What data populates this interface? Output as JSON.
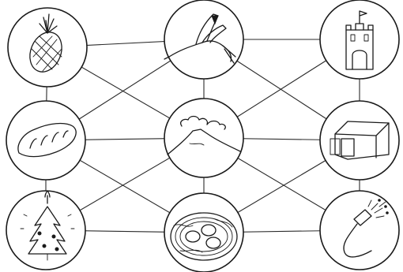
{
  "puzzle": {
    "rows": [
      [
        "pineapple",
        "stork",
        "castle-gate"
      ],
      [
        "bread-loaf",
        "volcano",
        "shed"
      ],
      [
        "decorated-tree",
        "nest-with-eggs",
        "shower-head"
      ]
    ],
    "edges": [
      [
        "pineapple",
        "stork"
      ],
      [
        "stork",
        "castle-gate"
      ],
      [
        "bread-loaf",
        "volcano"
      ],
      [
        "volcano",
        "shed"
      ],
      [
        "decorated-tree",
        "nest-with-eggs"
      ],
      [
        "nest-with-eggs",
        "shower-head"
      ],
      [
        "pineapple",
        "bread-loaf"
      ],
      [
        "bread-loaf",
        "decorated-tree"
      ],
      [
        "stork",
        "volcano"
      ],
      [
        "volcano",
        "nest-with-eggs"
      ],
      [
        "castle-gate",
        "shed"
      ],
      [
        "shed",
        "shower-head"
      ],
      [
        "pineapple",
        "volcano"
      ],
      [
        "stork",
        "bread-loaf"
      ],
      [
        "stork",
        "shed"
      ],
      [
        "castle-gate",
        "volcano"
      ],
      [
        "bread-loaf",
        "nest-with-eggs"
      ],
      [
        "volcano",
        "decorated-tree"
      ],
      [
        "volcano",
        "shower-head"
      ],
      [
        "shed",
        "nest-with-eggs"
      ]
    ]
  }
}
